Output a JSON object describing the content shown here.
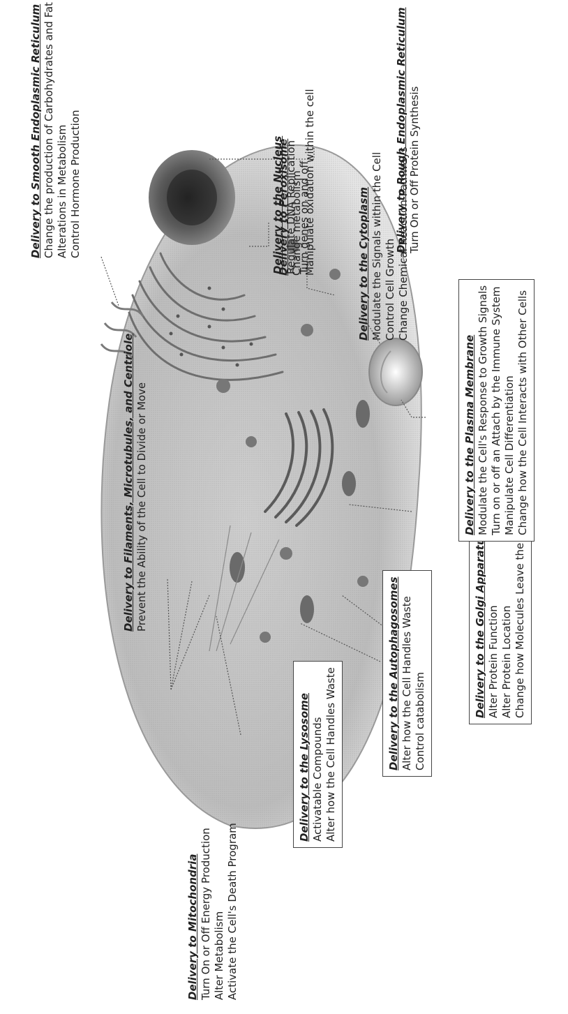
{
  "colors": {
    "cell": "#bdbdbd",
    "nucleus": "#4a4a4a",
    "leader": "#555555",
    "text": "#222222"
  },
  "labels": {
    "smooth_er": {
      "heading": "Delivery to Smooth Endoplasmic Reticulum",
      "lines": [
        "Change the production of Carbohydrates and Fat",
        "Alterations in Metabolism",
        "Control Hormone Production"
      ]
    },
    "rough_er": {
      "heading": "Delivery to Rough Endoplasmic Reticulum",
      "lines": [
        "Turn On or Off Protein Synthesis"
      ]
    },
    "filaments": {
      "heading": "Delivery to Filaments, Microtubules, and Centriole",
      "lines": [
        "Prevent the Ability of the Cell to Divide or Move"
      ]
    },
    "nucleus": {
      "heading": "Delivery to the Nucleus",
      "lines": [
        "Regulate DNA Replication",
        "Turn genes on and off"
      ]
    },
    "peroxisome": {
      "heading": "Delivery to Peroxisome",
      "lines": [
        "Change metabolism",
        "Manipulate oxidation within the cell"
      ]
    },
    "mitochondria": {
      "heading": "Delivery to Mitochondria",
      "lines": [
        "Turn On or Off Energy Production",
        "Alter Metabolism",
        "Activate the Cell's Death Program"
      ]
    },
    "cytoplasm": {
      "heading": "Delivery to the Cytoplasm",
      "lines": [
        "Modulate the Signals within the Cell",
        "Control Cell Growth",
        "Change Chemical Reaction Pathways"
      ]
    },
    "lysosome": {
      "heading": "Delivery to the Lysosome",
      "lines": [
        "Activatable Compounds",
        "Alter how the Cell Handles Waste"
      ]
    },
    "autophagosomes": {
      "heading": "Delivery to the Autophagosomes",
      "lines": [
        "Alter how the Cell Handles Waste",
        "Control catabolism"
      ]
    },
    "golgi": {
      "heading": "Delivery to the Golgi Apparatus",
      "lines": [
        "Alter Protein Function",
        "Alter Protein Location",
        "Change how Molecules Leave the Cell"
      ]
    },
    "plasma_membrane": {
      "heading": "Delivery to the Plasma Membrane",
      "lines": [
        "Modulate the Cell's Response to Growth Signals",
        "Turn on or off an Attach by the Immune System",
        "Manipulate Cell Differentiation",
        "Change how the Cell Interacts with Other Cells"
      ]
    }
  }
}
